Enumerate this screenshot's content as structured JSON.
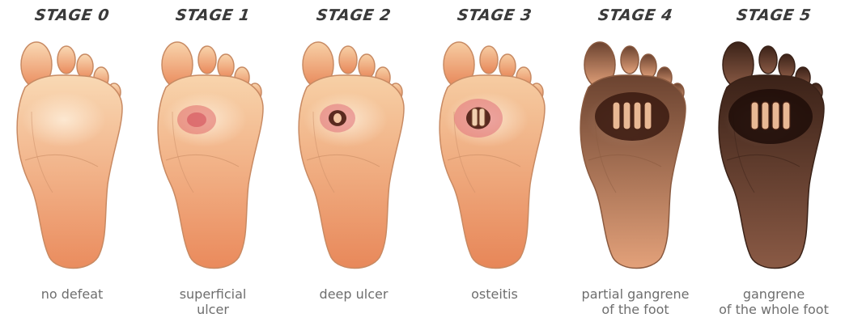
{
  "stages": [
    {
      "title": "STAGE 0",
      "caption": [
        "no defeat"
      ],
      "skin_top": "#f9d9b4",
      "skin_bottom": "#ea8c5e",
      "outline": "#c88a63",
      "wound": "none"
    },
    {
      "title": "STAGE 1",
      "caption": [
        "superficial",
        "ulcer"
      ],
      "skin_top": "#f8d4ac",
      "skin_bottom": "#ea8a5c",
      "outline": "#c88a63",
      "wound": "redness"
    },
    {
      "title": "STAGE 2",
      "caption": [
        "deep ulcer"
      ],
      "skin_top": "#f7d0a6",
      "skin_bottom": "#e8885a",
      "outline": "#c88a63",
      "wound": "deep"
    },
    {
      "title": "STAGE 3",
      "caption": [
        "osteitis"
      ],
      "skin_top": "#f6cca2",
      "skin_bottom": "#e78658",
      "outline": "#c88a63",
      "wound": "bone"
    },
    {
      "title": "STAGE 4",
      "caption": [
        "partial gangrene",
        "of the foot"
      ],
      "skin_top": "#6b4330",
      "skin_bottom": "#e3a17a",
      "outline": "#8a5a40",
      "wound": "gangrene-partial"
    },
    {
      "title": "STAGE 5",
      "caption": [
        "gangrene",
        "of the whole foot"
      ],
      "skin_top": "#3b2218",
      "skin_bottom": "#8a5a45",
      "outline": "#3a2218",
      "wound": "gangrene-full"
    }
  ]
}
